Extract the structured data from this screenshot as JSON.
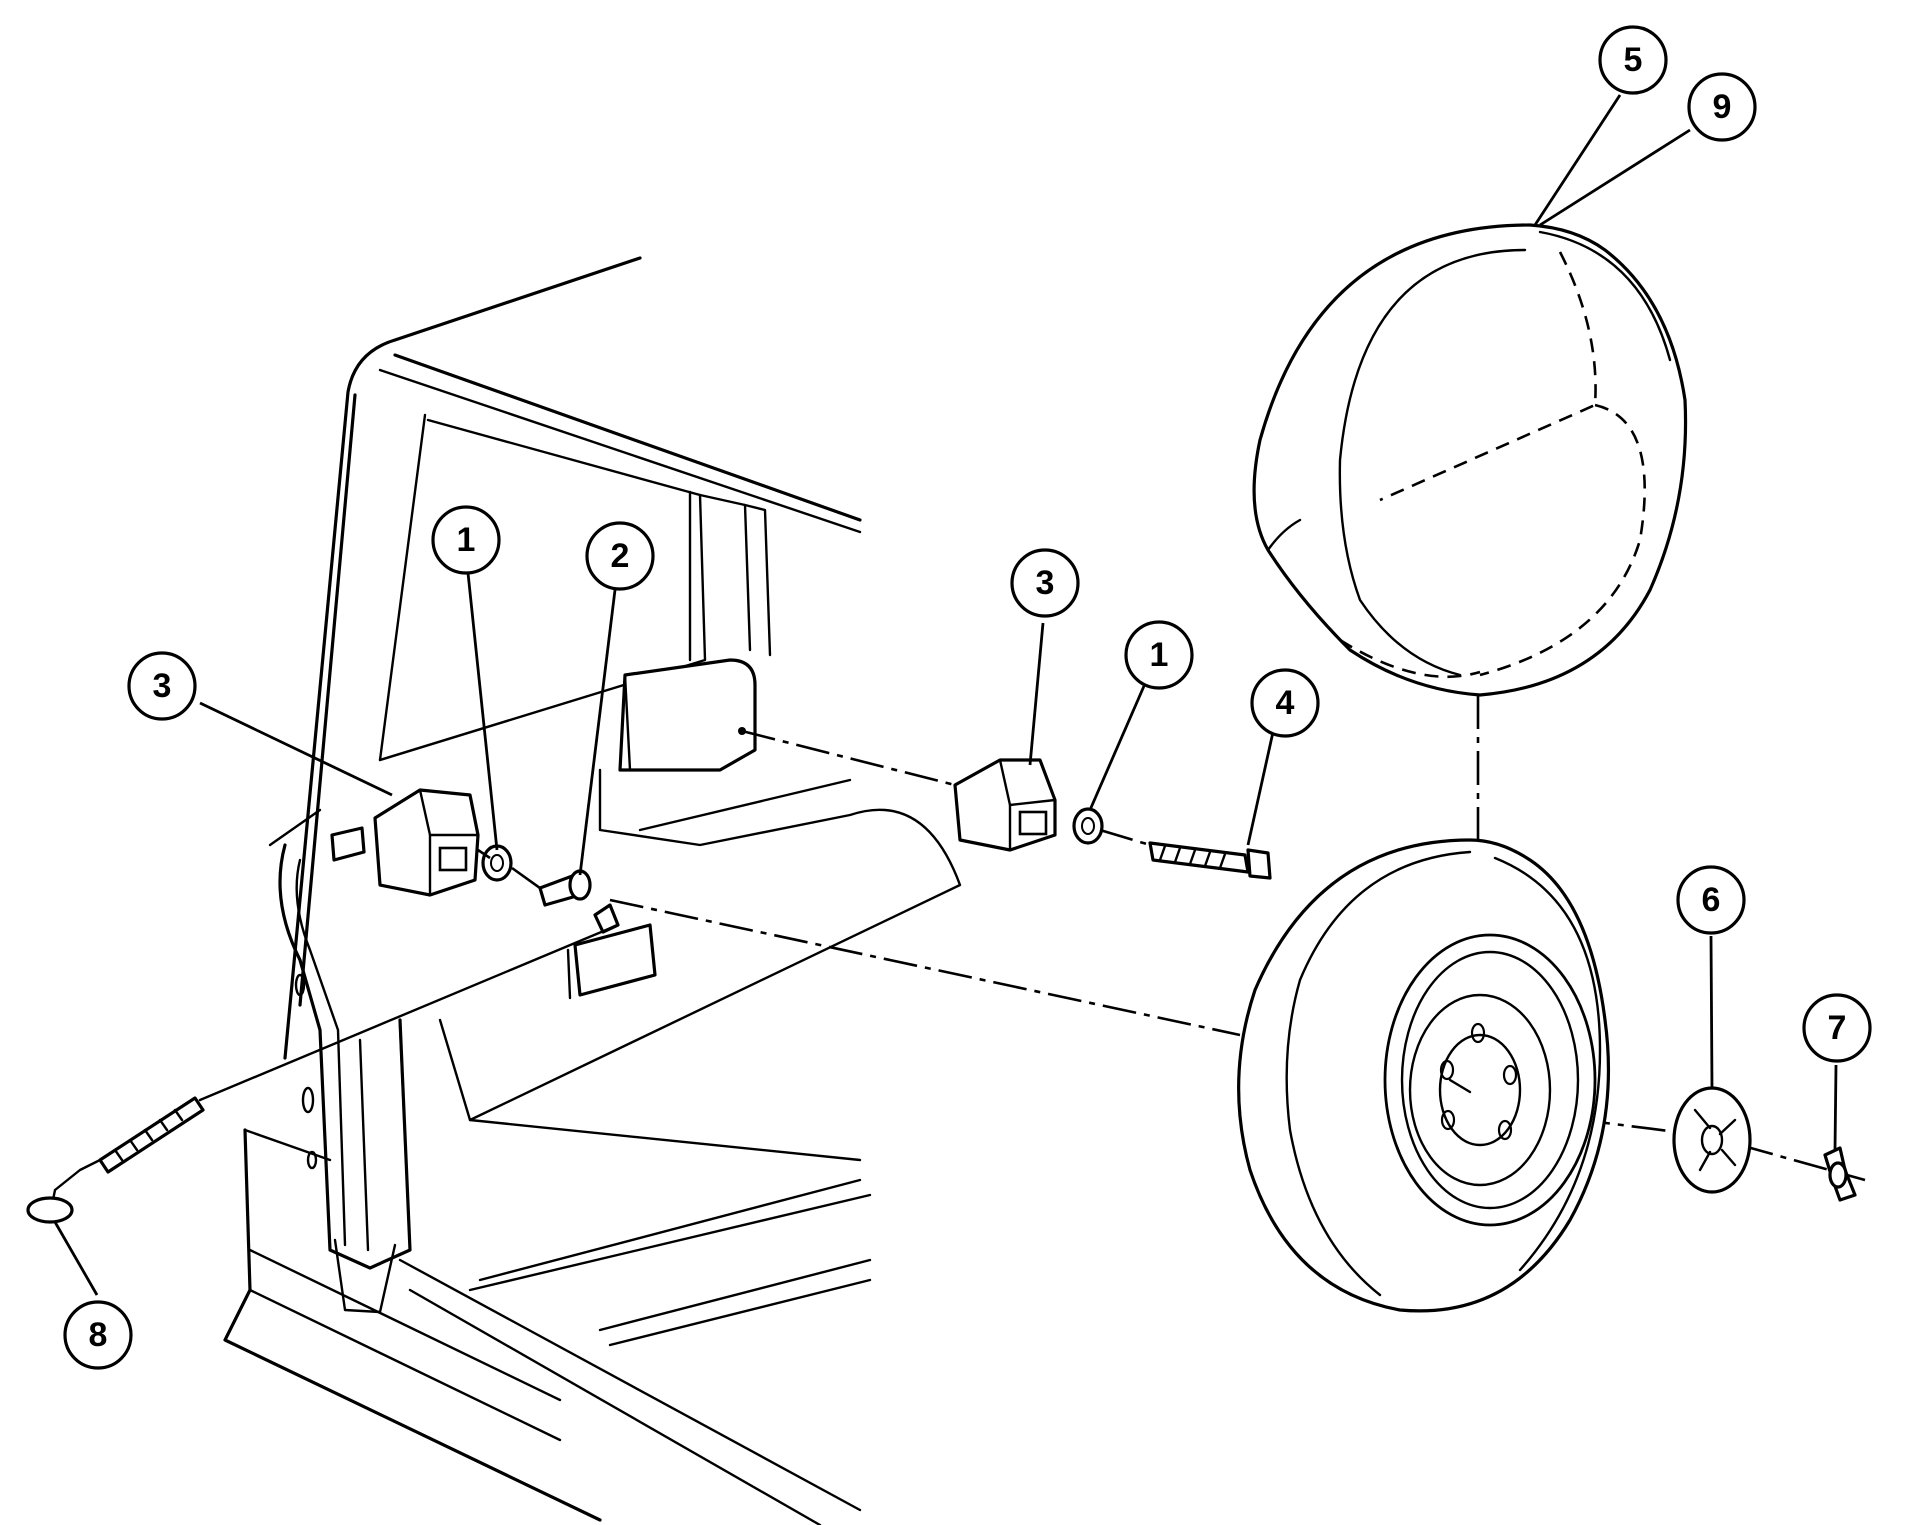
{
  "callouts": [
    {
      "id": "c1a",
      "label": "1"
    },
    {
      "id": "c2",
      "label": "2"
    },
    {
      "id": "c3a",
      "label": "3"
    },
    {
      "id": "c3b",
      "label": "3"
    },
    {
      "id": "c1b",
      "label": "1"
    },
    {
      "id": "c4",
      "label": "4"
    },
    {
      "id": "c5",
      "label": "5"
    },
    {
      "id": "c9",
      "label": "9"
    },
    {
      "id": "c6",
      "label": "6"
    },
    {
      "id": "c7",
      "label": "7"
    },
    {
      "id": "c8",
      "label": "8"
    }
  ]
}
